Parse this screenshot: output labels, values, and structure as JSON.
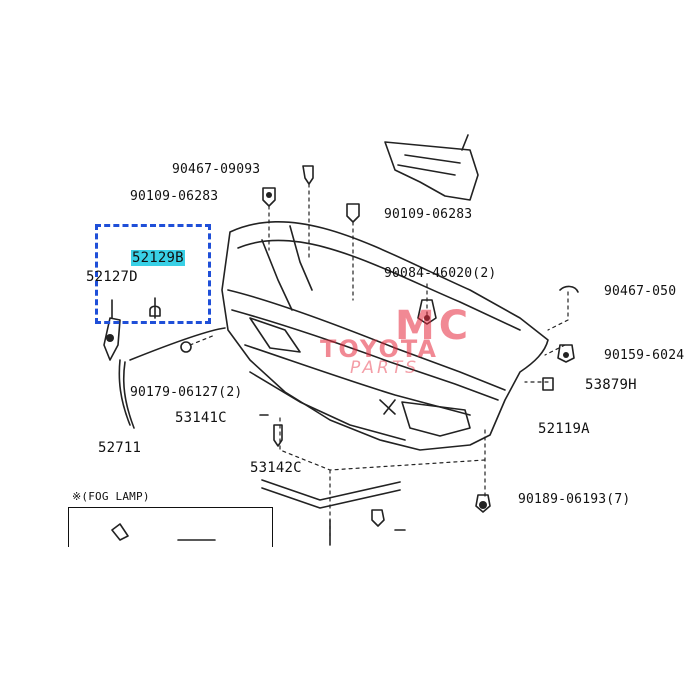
{
  "diagram": {
    "watermark": {
      "brand": "MC",
      "name": "TOYOTA",
      "sub": "PARTS",
      "color": "#e6283c"
    },
    "highlight_color": "#39d0e6",
    "box_color": "#1f4fd8",
    "parts": {
      "p1": "90467-09093",
      "p2": "90109-06283",
      "p3": "90109-06283",
      "p4": "90084-46020(2)",
      "p5": "90467-050",
      "p6": "52129B",
      "p7": "52127D",
      "p8": "90159-6024",
      "p9": "53879H",
      "p10": "90179-06127(2)",
      "p11": "53141C",
      "p12": "52119A",
      "p13": "52711",
      "p14": "53142C",
      "p15": "90189-06193(7)"
    },
    "fog_lamp_label": "※(FOG LAMP)"
  }
}
